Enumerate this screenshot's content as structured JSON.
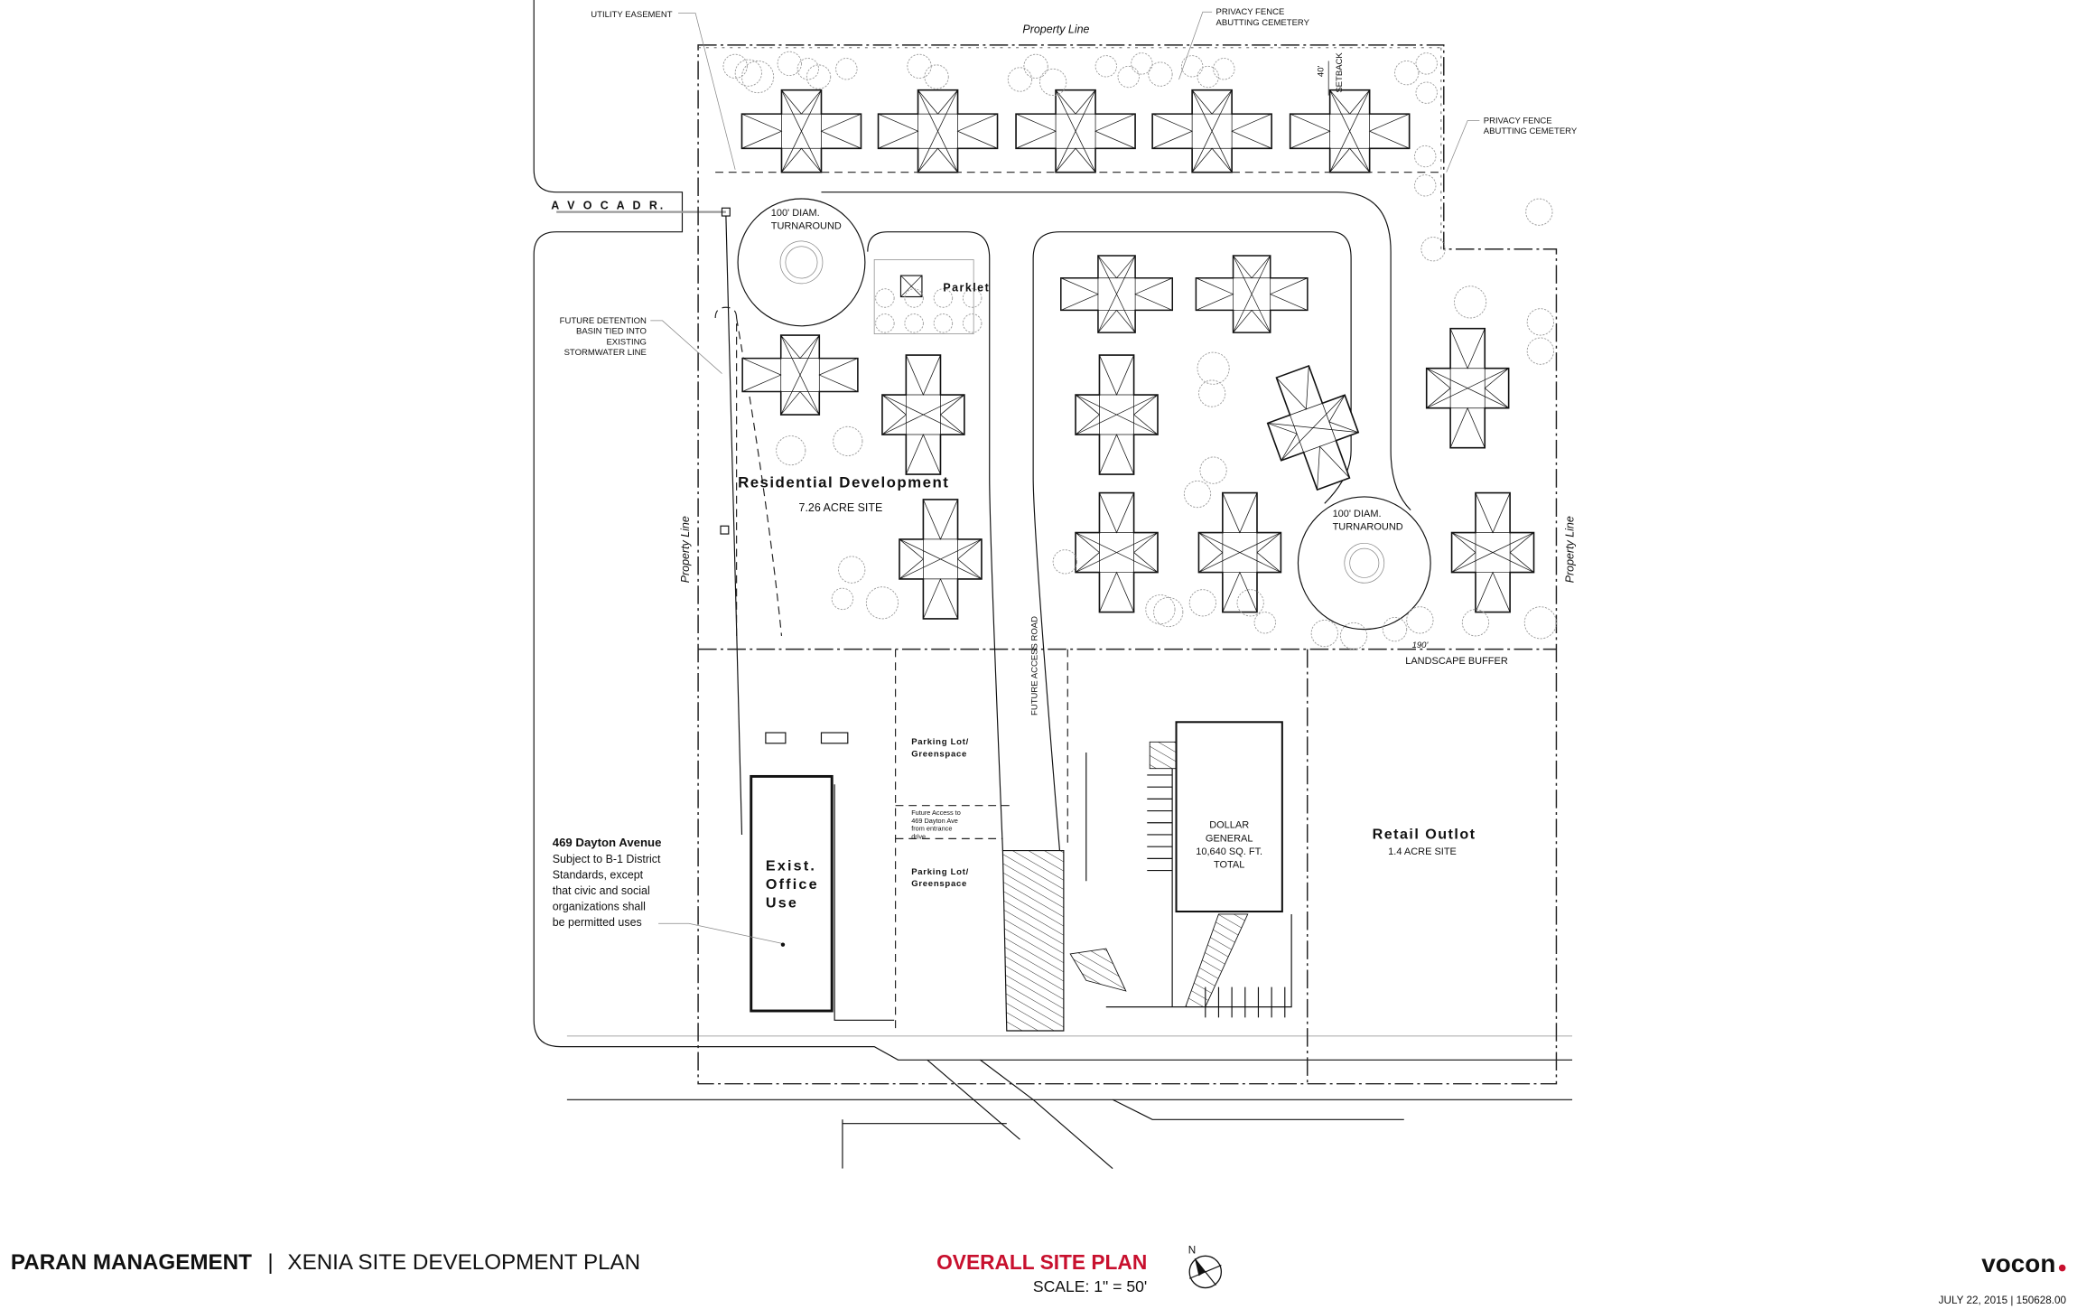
{
  "plan": {
    "utility_easement": "UTILITY EASEMENT",
    "property_line_top": "Property Line",
    "privacy_fence_top": [
      "PRIVACY FENCE",
      "ABUTTING CEMETERY"
    ],
    "privacy_fence_right": [
      "PRIVACY FENCE",
      "ABUTTING CEMETERY"
    ],
    "setback": [
      "40'",
      "SETBACK"
    ],
    "street_name": "A V O C A   D R.",
    "turnaround_west": [
      "100' DIAM.",
      "TURNAROUND"
    ],
    "turnaround_east": [
      "100' DIAM.",
      "TURNAROUND"
    ],
    "parklet": "Parklet",
    "detention_note": [
      "FUTURE DETENTION",
      "BASIN TIED INTO",
      "EXISTING",
      "STORMWATER LINE"
    ],
    "residential_title": "Residential Development",
    "residential_area": "7.26 ACRE SITE",
    "property_line_left": "Property Line",
    "property_line_right": "Property Line",
    "future_access_road": "FUTURE ACCESS ROAD",
    "buffer_dimension": "190'",
    "landscape_buffer": "LANDSCAPE BUFFER",
    "parking_north": [
      "Parking Lot/",
      "Greenspace"
    ],
    "parking_south": [
      "Parking Lot/",
      "Greenspace"
    ],
    "future_access_note": [
      "Future Access to",
      "469 Dayton Ave",
      "from entrance",
      "drive"
    ],
    "dayton_title": "469 Dayton Avenue",
    "dayton_note": [
      "Subject to B-1 District",
      "Standards, except",
      "that civic and social",
      "organizations shall",
      "be permitted uses"
    ],
    "office": [
      "Exist.",
      "Office",
      "Use"
    ],
    "dollar_general": [
      "DOLLAR",
      "GENERAL",
      "10,640 SQ. FT.",
      "TOTAL"
    ],
    "retail_title": "Retail Outlot",
    "retail_area": "1.4 ACRE SITE"
  },
  "footer": {
    "client": "PARAN MANAGEMENT",
    "separator": "|",
    "project": "XENIA SITE DEVELOPMENT PLAN",
    "sheet_title": "OVERALL SITE PLAN",
    "scale": "SCALE: 1\" = 50'",
    "north": "N",
    "logo": "vocon",
    "date_job": "JULY 22, 2015 | 150628.00"
  },
  "colors": {
    "accent_red": "#c8102e",
    "ink": "#111111"
  }
}
